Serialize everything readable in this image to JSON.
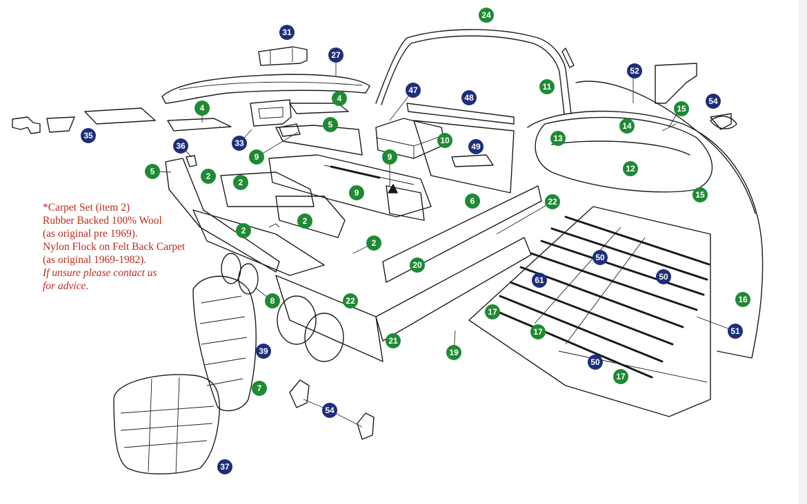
{
  "diagram": {
    "note": {
      "lines": [
        "*Carpet Set (item 2)",
        "Rubber Backed 100% Wool",
        "(as original pre 1969).",
        "Nylon Flock on Felt Back Carpet",
        "(as original 1969-1982)."
      ],
      "italic_lines": [
        "If unsure please contact us",
        "for advice."
      ]
    },
    "colors": {
      "green_badge": "#1e8a34",
      "navy_badge": "#1d2f7a",
      "note_text": "#c0281d",
      "line_art": "#1a1a1a"
    },
    "callouts": [
      {
        "label": "24",
        "color": "green"
      },
      {
        "label": "31",
        "color": "navy"
      },
      {
        "label": "27",
        "color": "navy"
      },
      {
        "label": "52",
        "color": "navy"
      },
      {
        "label": "11",
        "color": "green"
      },
      {
        "label": "4",
        "color": "green"
      },
      {
        "label": "4",
        "color": "green"
      },
      {
        "label": "47",
        "color": "navy"
      },
      {
        "label": "48",
        "color": "navy"
      },
      {
        "label": "15",
        "color": "green"
      },
      {
        "label": "54",
        "color": "navy"
      },
      {
        "label": "14",
        "color": "green"
      },
      {
        "label": "35",
        "color": "navy"
      },
      {
        "label": "5",
        "color": "green"
      },
      {
        "label": "33",
        "color": "navy"
      },
      {
        "label": "13",
        "color": "green"
      },
      {
        "label": "10",
        "color": "green"
      },
      {
        "label": "49",
        "color": "navy"
      },
      {
        "label": "36",
        "color": "navy"
      },
      {
        "label": "9",
        "color": "green"
      },
      {
        "label": "9",
        "color": "green"
      },
      {
        "label": "12",
        "color": "green"
      },
      {
        "label": "5",
        "color": "green"
      },
      {
        "label": "2",
        "color": "green"
      },
      {
        "label": "2",
        "color": "green"
      },
      {
        "label": "9",
        "color": "green"
      },
      {
        "label": "15",
        "color": "green"
      },
      {
        "label": "6",
        "color": "green"
      },
      {
        "label": "22",
        "color": "green"
      },
      {
        "label": "2",
        "color": "green"
      },
      {
        "label": "2",
        "color": "green"
      },
      {
        "label": "2",
        "color": "green"
      },
      {
        "label": "50",
        "color": "navy"
      },
      {
        "label": "20",
        "color": "green"
      },
      {
        "label": "50",
        "color": "navy"
      },
      {
        "label": "61",
        "color": "navy"
      },
      {
        "label": "8",
        "color": "green"
      },
      {
        "label": "22",
        "color": "green"
      },
      {
        "label": "16",
        "color": "green"
      },
      {
        "label": "17",
        "color": "green"
      },
      {
        "label": "51",
        "color": "navy"
      },
      {
        "label": "17",
        "color": "green"
      },
      {
        "label": "21",
        "color": "green"
      },
      {
        "label": "39",
        "color": "navy"
      },
      {
        "label": "19",
        "color": "green"
      },
      {
        "label": "50",
        "color": "navy"
      },
      {
        "label": "17",
        "color": "green"
      },
      {
        "label": "7",
        "color": "green"
      },
      {
        "label": "54",
        "color": "navy"
      },
      {
        "label": "37",
        "color": "navy"
      }
    ]
  }
}
